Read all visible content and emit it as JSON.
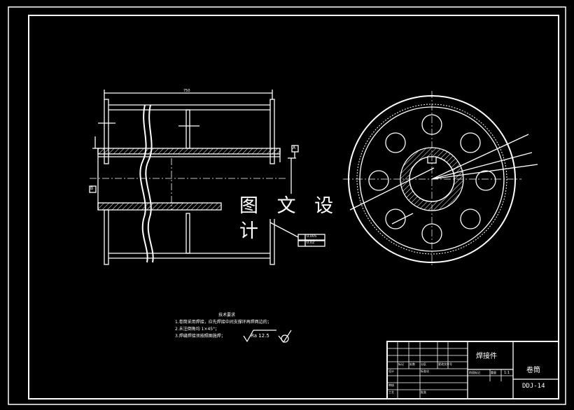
{
  "watermark": "图 文 设 计",
  "dims": {
    "overall_length": "750",
    "dim_a": "A",
    "dim_b": "B",
    "tol_flat": "0.005",
    "tol_run": "0.02"
  },
  "technical_requirements": {
    "title": "技术要求",
    "items": [
      "1.卷筒采用焊接，应先焊接中间支撑环再焊两边的；",
      "2.未注倒角均 1×45°；",
      "3.焊缝焊接须按照图施焊；"
    ],
    "roughness": "Ra 12.5"
  },
  "title_block": {
    "part_type": "焊接件",
    "part_name": "卷筒",
    "drawing_no": "DDJ-14",
    "labels": [
      "标记",
      "处数",
      "分区",
      "更改文件号",
      "签名",
      "年月日",
      "设计",
      "标准化",
      "阶段标记",
      "重量",
      "比例",
      "审核",
      "工艺",
      "批准"
    ],
    "scale": "1:1"
  },
  "colors": {
    "background": "#000000",
    "line": "#ffffff"
  }
}
